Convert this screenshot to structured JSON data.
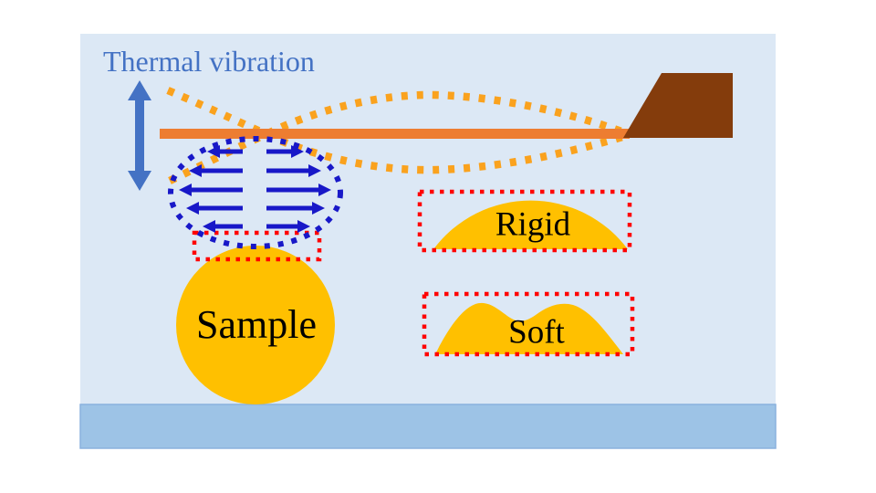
{
  "diagram": {
    "title": "Thermal vibration",
    "labels": {
      "sample": "Sample",
      "rigid": "Rigid",
      "soft": "Soft"
    },
    "colors": {
      "canvas": "#ffffff",
      "panel": "#dce8f5",
      "substrate": "#9dc3e6",
      "substrate_edge": "#8ab1dd",
      "title_text": "#4472c4",
      "motion_arrow": "#4472c4",
      "cantilever_beam": "#ed7d31",
      "cantilever_chip": "#843c0c",
      "vibration_envelope": "#faa21e",
      "tip_outline": "#1818c8",
      "tip_arrows": "#1818c8",
      "highlight_box": "#ff0000",
      "sample_fill": "#ffc000",
      "label_text": "#000000"
    }
  }
}
